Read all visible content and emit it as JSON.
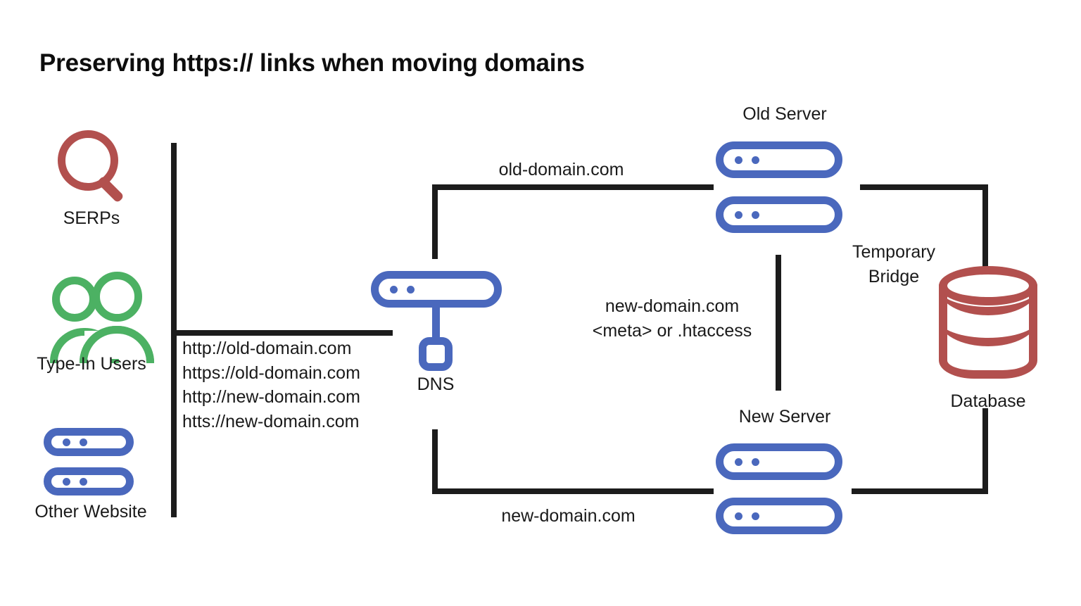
{
  "title": "Preserving https:// links when moving domains",
  "colors": {
    "server_blue": "#4a68bd",
    "accent_red": "#b2504e",
    "users_green": "#4cb163",
    "connector_black": "#1c1c1c",
    "background": "#ffffff"
  },
  "sources": [
    {
      "id": "serps",
      "label": "SERPs",
      "icon": "magnifier-icon",
      "color": "#b2504e"
    },
    {
      "id": "type-in-users",
      "label": "Type-In Users",
      "icon": "users-icon",
      "color": "#4cb163"
    },
    {
      "id": "other-website",
      "label": "Other Website",
      "icon": "server-stack-icon",
      "color": "#4a68bd"
    }
  ],
  "urls": [
    "http://old-domain.com",
    "https://old-domain.com",
    "http://new-domain.com",
    "htts://new-domain.com"
  ],
  "nodes": {
    "dns": {
      "label": "DNS",
      "icon": "dns-icon"
    },
    "old_server": {
      "label": "Old Server",
      "icon": "server-stack-icon"
    },
    "new_server": {
      "label": "New Server",
      "icon": "server-stack-icon"
    },
    "database": {
      "label": "Database",
      "icon": "database-icon"
    }
  },
  "connections": {
    "old_domain": "old-domain.com",
    "new_domain": "new-domain.com",
    "redirect_line1": "new-domain.com",
    "redirect_line2": "<meta> or .htaccess",
    "bridge_line1": "Temporary",
    "bridge_line2": "Bridge"
  }
}
